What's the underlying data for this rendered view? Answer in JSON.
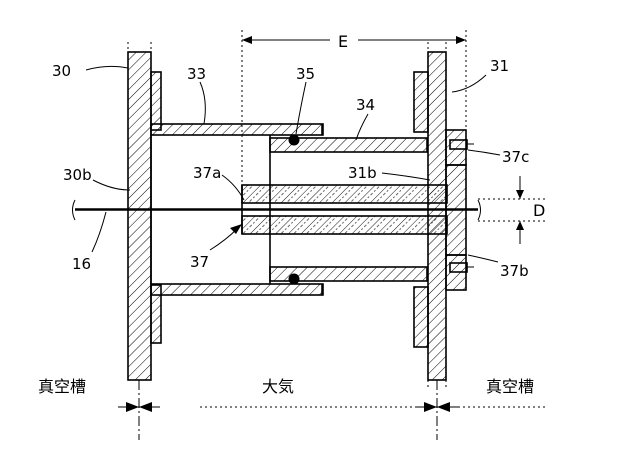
{
  "labels": {
    "ref_30": "30",
    "ref_31": "31",
    "ref_33": "33",
    "ref_34": "34",
    "ref_35": "35",
    "ref_30b": "30b",
    "ref_31b": "31b",
    "ref_37a": "37a",
    "ref_37c": "37c",
    "ref_37": "37",
    "ref_37b": "37b",
    "ref_16": "16",
    "dim_E": "E",
    "dim_D": "D"
  },
  "regions": {
    "vacuum_left": "真空槽",
    "atmosphere": "大気",
    "vacuum_right": "真空槽"
  }
}
